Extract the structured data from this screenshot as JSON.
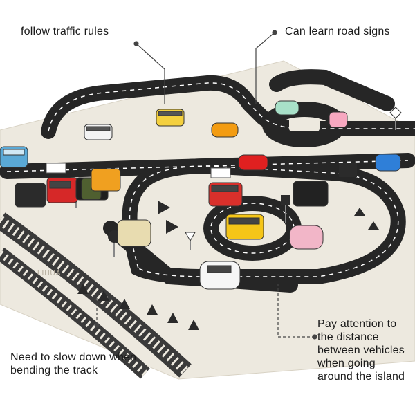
{
  "captions": {
    "top_left": "follow traffic rules",
    "top_right": "Can learn road signs",
    "bottom_left": [
      "Need to slow down when",
      "bending the track"
    ],
    "bottom_right": [
      "Pay attention to",
      "the distance",
      "between vehicles",
      "when going",
      "around the island"
    ]
  },
  "watermark": "LIHUA",
  "colors": {
    "mat": "#ede9df",
    "road": "#262626",
    "lane_marking": "#ffffff",
    "rail": "#3a3a3a",
    "callout": "#444444"
  },
  "cars": [
    {
      "name": "blue-bus",
      "color": "#5aa9d6"
    },
    {
      "name": "white-bus",
      "color": "#f3f3f3"
    },
    {
      "name": "yellow-bus",
      "color": "#f4d03f"
    },
    {
      "name": "orange-car",
      "color": "#f39c12"
    },
    {
      "name": "mint-car",
      "color": "#a8e0c8"
    },
    {
      "name": "pink-car",
      "color": "#f7a8c0"
    },
    {
      "name": "red-car",
      "color": "#e02020"
    },
    {
      "name": "blue-car",
      "color": "#2f7fd8"
    },
    {
      "name": "black-jeep",
      "color": "#2b2b2b"
    },
    {
      "name": "red-truck",
      "color": "#d62828"
    },
    {
      "name": "black-suv",
      "color": "#1e1e1e"
    },
    {
      "name": "green-jeep",
      "color": "#4f5f30"
    },
    {
      "name": "orange-truck",
      "color": "#f0a020"
    },
    {
      "name": "red-bus",
      "color": "#d9302b"
    },
    {
      "name": "yellow-school-bus",
      "color": "#f5c518"
    },
    {
      "name": "pink-beetle",
      "color": "#f2b6c8"
    },
    {
      "name": "beige-car",
      "color": "#e8dcb0"
    },
    {
      "name": "white-car",
      "color": "#f6f6f6"
    }
  ]
}
